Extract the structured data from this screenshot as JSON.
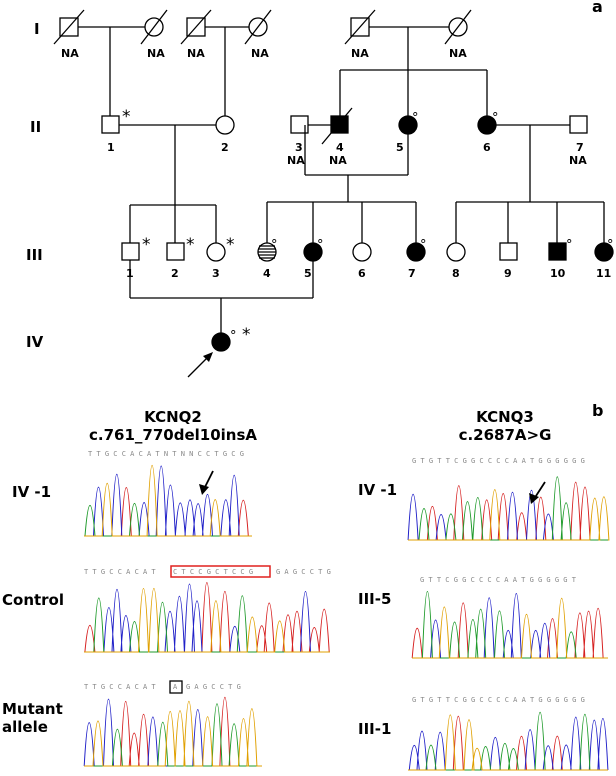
{
  "panel_a": {
    "label": "a",
    "generations": [
      "I",
      "II",
      "III",
      "IV"
    ],
    "na_label": "NA",
    "ii_numbers": [
      "1",
      "2",
      "3",
      "4",
      "5",
      "6",
      "7"
    ],
    "iii_numbers": [
      "1",
      "2",
      "3",
      "4",
      "5",
      "6",
      "7",
      "8",
      "9",
      "10",
      "11"
    ],
    "asterisk": "*",
    "circle_mark": "°"
  },
  "panel_b": {
    "label": "b",
    "kcnq2": {
      "gene": "KCNQ2",
      "variant": "c.761_770del10insA"
    },
    "kcnq3": {
      "gene": "KCNQ3",
      "variant": "c.2687A>G"
    },
    "left_rows": [
      "IV -1",
      "Control",
      "Mutant",
      "allele"
    ],
    "right_rows": [
      "IV -1",
      "III-5",
      "III-1"
    ],
    "seqs": {
      "k2_iv1": "T T G C C A C A T N T N N C C T G C G",
      "k2_ctrl_a": "T T G C C A C A T",
      "k2_ctrl_b": "C T C C G C T C C G",
      "k2_ctrl_c": "G A G C C T G",
      "k2_mut_a": "T T G C C A C A T",
      "k2_mut_b": "A",
      "k2_mut_c": "G A G C C T G",
      "k3_iv1": "G T G T T C G G C C C C A A T G G G G G G",
      "k3_iii5": "G T T C G G C C C C A A T G G G G G T",
      "k3_iii1": "G T G T T C G G C C C C A A T G G G G G G"
    }
  }
}
